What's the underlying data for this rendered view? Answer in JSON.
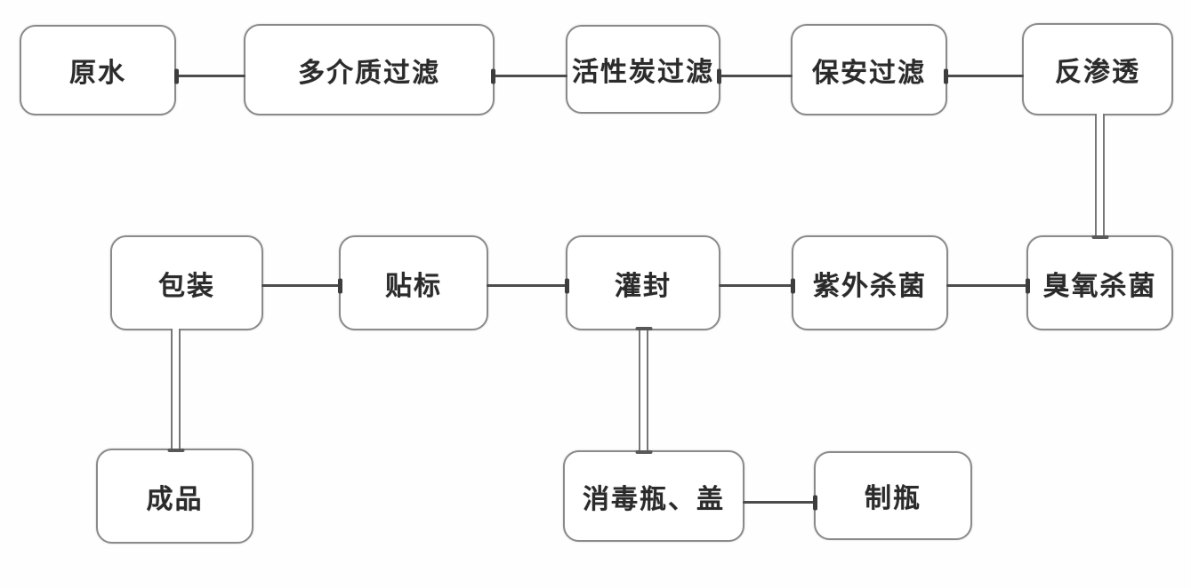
{
  "diagram": {
    "type": "flowchart",
    "description": "Bottled water production process flow",
    "colors": {
      "background": "#FFFFFF",
      "node_fill": "#FFFFFF",
      "node_border": "#8A8A8A",
      "connector": "#4C4C4C",
      "text": "#2B2B2B"
    },
    "nodes": [
      {
        "id": "raw-water",
        "label": "原水"
      },
      {
        "id": "multi-media-filter",
        "label": "多介质过滤"
      },
      {
        "id": "activated-carbon-filter",
        "label": "活性炭过滤"
      },
      {
        "id": "security-filter",
        "label": "保安过滤"
      },
      {
        "id": "reverse-osmosis",
        "label": "反渗透"
      },
      {
        "id": "packaging",
        "label": "包装"
      },
      {
        "id": "labeling",
        "label": "贴标"
      },
      {
        "id": "filling-sealing",
        "label": "灌封"
      },
      {
        "id": "uv-sterilization",
        "label": "紫外杀菌"
      },
      {
        "id": "ozone-sterilization",
        "label": "臭氧杀菌"
      },
      {
        "id": "finished-product",
        "label": "成品"
      },
      {
        "id": "sterilize-bottle-cap",
        "label": "消毒瓶、盖"
      },
      {
        "id": "bottle-making",
        "label": "制瓶"
      }
    ],
    "edges": [
      {
        "from": "raw-water",
        "to": "multi-media-filter",
        "style": "single-line-tick-left"
      },
      {
        "from": "multi-media-filter",
        "to": "activated-carbon-filter",
        "style": "single-line-tick-left"
      },
      {
        "from": "activated-carbon-filter",
        "to": "security-filter",
        "style": "single-line-tick-left"
      },
      {
        "from": "security-filter",
        "to": "reverse-osmosis",
        "style": "single-line-tick-left"
      },
      {
        "from": "reverse-osmosis",
        "to": "ozone-sterilization",
        "style": "double-line-vertical"
      },
      {
        "from": "ozone-sterilization",
        "to": "uv-sterilization",
        "style": "single-line-tick-right"
      },
      {
        "from": "uv-sterilization",
        "to": "filling-sealing",
        "style": "single-line-tick-right"
      },
      {
        "from": "filling-sealing",
        "to": "labeling",
        "style": "single-line-tick-right"
      },
      {
        "from": "labeling",
        "to": "packaging",
        "style": "single-line-tick-right"
      },
      {
        "from": "packaging",
        "to": "finished-product",
        "style": "double-line-vertical"
      },
      {
        "from": "filling-sealing",
        "to": "sterilize-bottle-cap",
        "style": "double-line-vertical"
      },
      {
        "from": "bottle-making",
        "to": "sterilize-bottle-cap",
        "style": "single-line-tick-right"
      }
    ]
  }
}
